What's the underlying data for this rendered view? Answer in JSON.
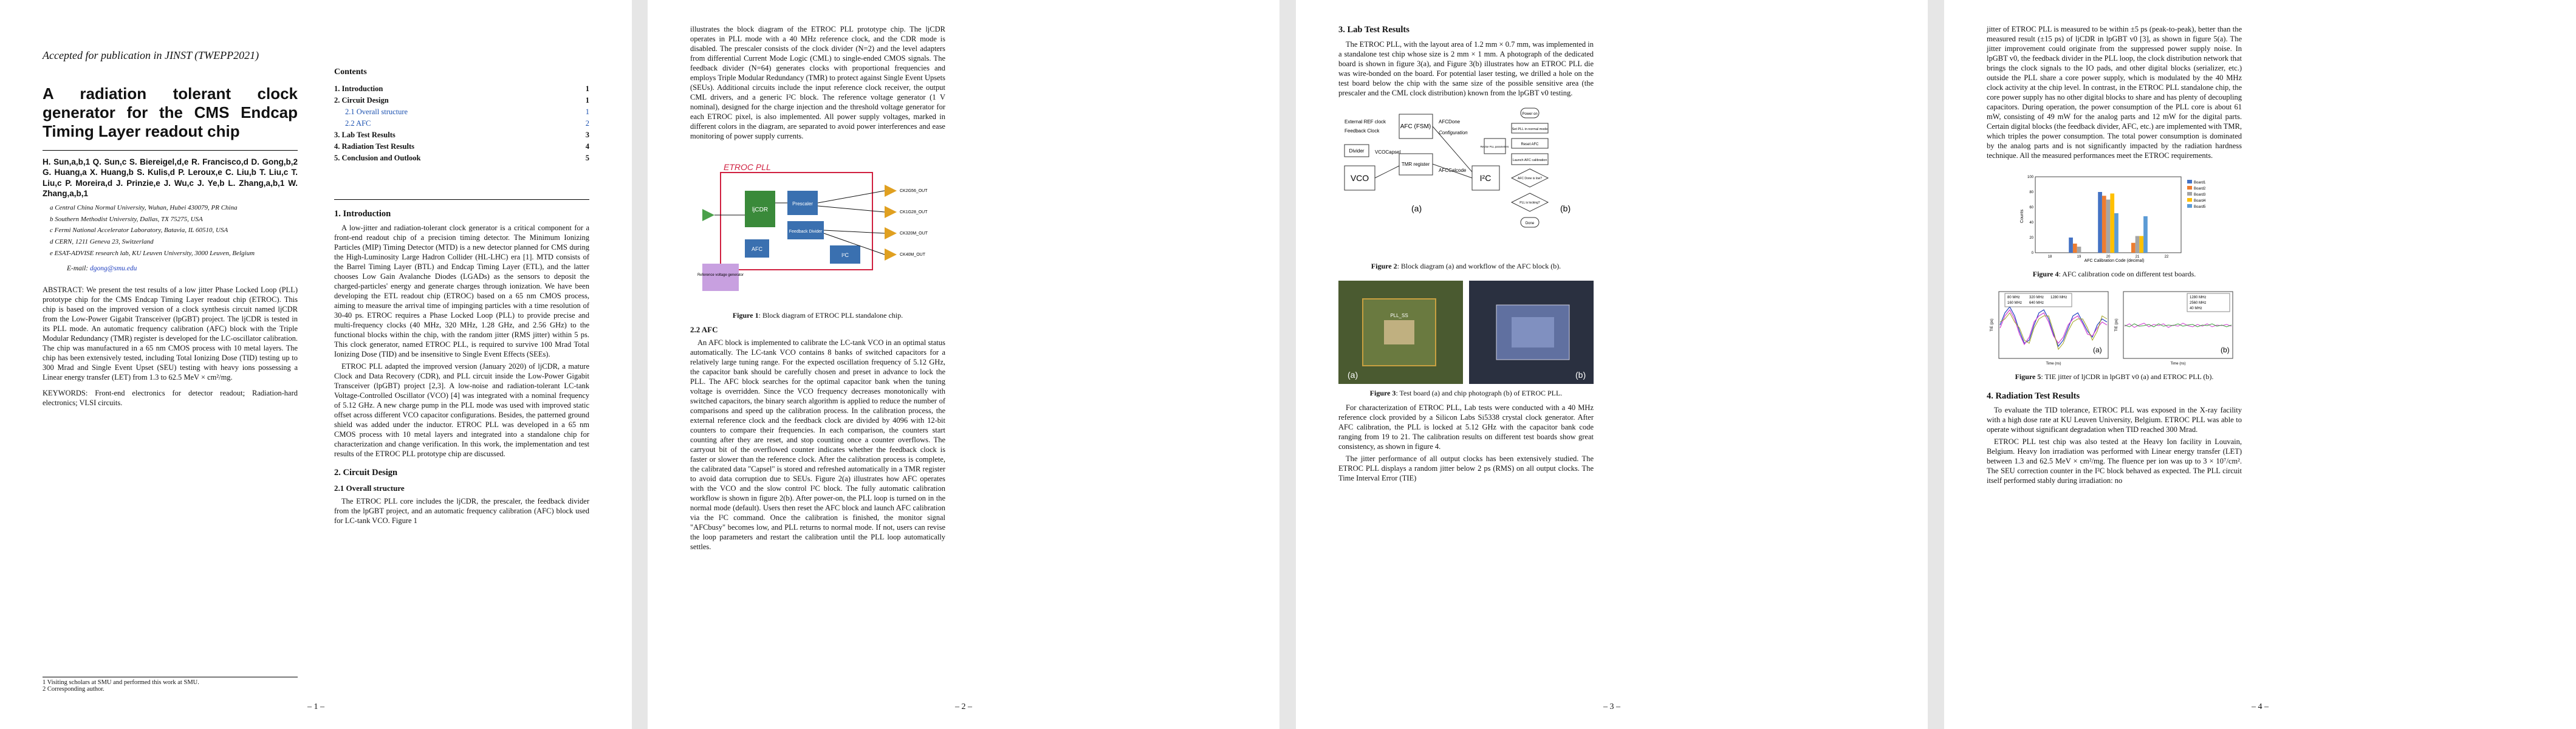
{
  "header": {
    "accepted": "Accepted for publication in JINST (TWEPP2021)"
  },
  "paper": {
    "title": "A radiation tolerant clock generator for the CMS Endcap Timing Layer readout chip",
    "authors": "H. Sun,a,b,1 Q. Sun,c S. Biereigel,d,e R. Francisco,d D. Gong,b,2 G. Huang,a X. Huang,b S. Kulis,d P. Leroux,e C. Liu,b T. Liu,c T. Liu,c P. Moreira,d J. Prinzie,e J. Wu,c J. Ye,b L. Zhang,a,b,1 W. Zhang,a,b,1",
    "affiliations": [
      "a Central China Normal University, Wuhan, Hubei 430079, PR China",
      "b Southern Methodist University, Dallas, TX 75275, USA",
      "c Fermi National Accelerator Laboratory, Batavia, IL 60510, USA",
      "d CERN, 1211 Geneva 23, Switzerland",
      "e ESAT-ADVISE research lab, KU Leuven University, 3000 Leuven, Belgium"
    ],
    "email_label": "E-mail:",
    "email": "dgong@smu.edu",
    "abstract": "ABSTRACT: We present the test results of a low jitter Phase Locked Loop (PLL) prototype chip for the CMS Endcap Timing Layer readout chip (ETROC). This chip is based on the improved version of a clock synthesis circuit named ljCDR from the Low-Power Gigabit Transceiver (lpGBT) project. The ljCDR is tested in its PLL mode. An automatic frequency calibration (AFC) block with the Triple Modular Redundancy (TMR) register is developed for the LC-oscillator calibration. The chip was manufactured in a 65 nm CMOS process with 10 metal layers. The chip has been extensively tested, including Total Ionizing Dose (TID) testing up to 300 Mrad and Single Event Upset (SEU) testing with heavy ions possessing a Linear energy transfer (LET) from 1.3 to 62.5 MeV × cm²/mg.",
    "keywords": "KEYWORDS: Front-end electronics for detector readout; Radiation-hard electronics; VLSI circuits.",
    "footnotes": [
      "1 Visiting scholars at SMU and performed this work at SMU.",
      "2 Corresponding author."
    ]
  },
  "toc": {
    "title": "Contents",
    "items": [
      {
        "label": "1. Introduction",
        "page": "1",
        "level": 1
      },
      {
        "label": "2. Circuit Design",
        "page": "1",
        "level": 1
      },
      {
        "label": "2.1 Overall structure",
        "page": "1",
        "level": 2
      },
      {
        "label": "2.2 AFC",
        "page": "2",
        "level": 2
      },
      {
        "label": "3. Lab Test Results",
        "page": "3",
        "level": 1
      },
      {
        "label": "4. Radiation Test Results",
        "page": "4",
        "level": 1
      },
      {
        "label": "5. Conclusion and Outlook",
        "page": "5",
        "level": 1
      }
    ]
  },
  "sections": {
    "intro_h": "1. Introduction",
    "intro_p1": "A low-jitter and radiation-tolerant clock generator is a critical component for a front-end readout chip of a precision timing detector. The Minimum Ionizing Particles (MIP) Timing Detector (MTD) is a new detector planned for CMS during the High-Luminosity Large Hadron Collider (HL-LHC) era [1]. MTD consists of the Barrel Timing Layer (BTL) and Endcap Timing Layer (ETL), and the latter chooses Low Gain Avalanche Diodes (LGADs) as the sensors to deposit the charged-particles' energy and generate charges through ionization. We have been developing the ETL readout chip (ETROC) based on a 65 nm CMOS process, aiming to measure the arrival time of impinging particles with a time resolution of 30-40 ps. ETROC requires a Phase Locked Loop (PLL) to provide precise and multi-frequency clocks (40 MHz, 320 MHz, 1.28 GHz, and 2.56 GHz) to the functional blocks within the chip, with the random jitter (RMS jitter) within 5 ps. This clock generator, named ETROC PLL, is required to survive 100 Mrad Total Ionizing Dose (TID) and be insensitive to Single Event Effects (SEEs).",
    "intro_p2": "ETROC PLL adapted the improved version (January 2020) of ljCDR, a mature Clock and Data Recovery (CDR), and PLL circuit inside the Low-Power Gigabit Transceiver (lpGBT) project [2,3]. A low-noise and radiation-tolerant LC-tank Voltage-Controlled Oscillator (VCO) [4] was integrated with a nominal frequency of 5.12 GHz. A new charge pump in the PLL mode was used with improved static offset across different VCO capacitor configurations. Besides, the patterned ground shield was added under the inductor. ETROC PLL was developed in a 65 nm CMOS process with 10 metal layers and integrated into a standalone chip for characterization and change verification. In this work, the implementation and test results of the ETROC PLL prototype chip are discussed.",
    "cd_h": "2. Circuit Design",
    "os_h": "2.1 Overall structure",
    "os_p1": "The ETROC PLL core includes the ljCDR, the prescaler, the feedback divider from the lpGBT project, and an automatic frequency calibration (AFC) block used for LC-tank VCO. Figure 1",
    "p2_p1": "illustrates the block diagram of the ETROC PLL prototype chip. The ljCDR operates in PLL mode with a 40 MHz reference clock, and the CDR mode is disabled. The prescaler consists of the clock divider (N=2) and the level adapters from differential Current Mode Logic (CML) to single-ended CMOS signals. The feedback divider (N=64) generates clocks with proportional frequencies and employs Triple Modular Redundancy (TMR) to protect against Single Event Upsets (SEUs). Additional circuits include the input reference clock receiver, the output CML drivers, and a generic I²C block. The reference voltage generator (1 V nominal), designed for the charge injection and the threshold voltage generator for each ETROC pixel, is also implemented. All power supply voltages, marked in different colors in the diagram, are separated to avoid power interferences and ease monitoring of power supply currents.",
    "fig1_cap_b": "Figure 1",
    "fig1_cap": ": Block diagram of ETROC PLL standalone chip.",
    "afc_h": "2.2 AFC",
    "afc_p1": "An AFC block is implemented to calibrate the LC-tank VCO in an optimal status automatically. The LC-tank VCO contains 8 banks of switched capacitors for a relatively large tuning range. For the expected oscillation frequency of 5.12 GHz, the capacitor bank should be carefully chosen and preset in advance to lock the PLL. The AFC block searches for the optimal capacitor bank when the tuning voltage is overridden. Since the VCO frequency decreases monotonically with switched capacitors, the binary search algorithm is applied to reduce the number of comparisons and speed up the calibration process. In the calibration process, the external reference clock and the feedback clock are divided by 4096 with 12-bit counters to compare their frequencies. In each comparison, the counters start counting after they are reset, and stop counting once a counter overflows. The carryout bit of the overflowed counter indicates whether the feedback clock is faster or slower than the reference clock. After the calibration process is complete, the calibrated data \"Capsel\" is stored and refreshed automatically in a TMR register to avoid data corruption due to SEUs. Figure 2(a) illustrates how AFC operates with the VCO and the slow control I²C block. The fully automatic calibration workflow is shown in figure 2(b). After power-on, the PLL loop is turned on in the normal mode (default). Users then reset the AFC block and launch AFC calibration via the I²C command. Once the calibration is finished, the monitor signal \"AFCbusy\" becomes low, and PLL returns to normal mode. If not, users can revise the loop parameters and restart the calibration until the PLL loop automatically settles.",
    "lab_h": "3. Lab Test Results",
    "lab_p1": "The ETROC PLL, with the layout area of 1.2 mm × 0.7 mm, was implemented in a standalone test chip whose size is 2 mm × 1 mm. A photograph of the dedicated board is shown in figure 3(a), and Figure 3(b) illustrates how an ETROC PLL die was wire-bonded on the board. For potential laser testing, we drilled a hole on the test board below the chip with the same size of the possible sensitive area (the prescaler and the CML clock distribution) known from the lpGBT v0 testing.",
    "fig2_cap_b": "Figure 2",
    "fig2_cap": ": Block diagram (a) and workflow of the AFC block (b).",
    "fig3_cap_b": "Figure 3",
    "fig3_cap": ": Test board (a) and chip photograph (b) of ETROC PLL.",
    "lab_p2": "For characterization of ETROC PLL, Lab tests were conducted with a 40 MHz reference clock provided by a Silicon Labs Si5338 crystal clock generator. After AFC calibration, the PLL is locked at 5.12 GHz with the capacitor bank code ranging from 19 to 21. The calibration results on different test boards show great consistency, as shown in figure 4.",
    "lab_p3": "The jitter performance of all output clocks has been extensively studied. The ETROC PLL displays a random jitter below 2 ps (RMS) on all output clocks. The Time Interval Error (TIE)",
    "p4_p1": "jitter of ETROC PLL is measured to be within ±5 ps (peak-to-peak), better than the measured result (±15 ps) of ljCDR in lpGBT v0 [3], as shown in figure 5(a). The jitter improvement could originate from the suppressed power supply noise. In lpGBT v0, the feedback divider in the PLL loop, the clock distribution network that brings the clock signals to the IO pads, and other digital blocks (serializer, etc.) outside the PLL share a core power supply, which is modulated by the 40 MHz clock activity at the chip level. In contrast, in the ETROC PLL standalone chip, the core power supply has no other digital blocks to share and has plenty of decoupling capacitors. During operation, the power consumption of the PLL core is about 61 mW, consisting of 49 mW for the analog parts and 12 mW for the digital parts. Certain digital blocks (the feedback divider, AFC, etc.) are implemented with TMR, which triples the power consumption. The total power consumption is dominated by the analog parts and is not significantly impacted by the radiation hardness technique. All the measured performances meet the ETROC requirements.",
    "fig4_cap_b": "Figure 4",
    "fig4_cap": ": AFC calibration code on different test boards.",
    "fig5_cap_b": "Figure 5",
    "fig5_cap": ": TIE jitter of ljCDR in lpGBT v0 (a) and ETROC PLL (b).",
    "rad_h": "4. Radiation Test Results",
    "rad_p1": "To evaluate the TID tolerance, ETROC PLL was exposed in the X-ray facility with a high dose rate at KU Leuven University, Belgium. ETROC PLL was able to operate without significant degradation when TID reached 300 Mrad.",
    "rad_p2": "ETROC PLL test chip was also tested at the Heavy Ion facility in Louvain, Belgium. Heavy Ion irradiation was performed with Linear energy transfer (LET) between 1.3 and 62.5 MeV × cm²/mg. The fluence per ion was up to 3 × 10⁷/cm². The SEU correction counter in the I²C block behaved as expected. The PLL circuit itself performed stably during irradiation: no"
  },
  "fig1": {
    "etroc_label": "ETROC PLL",
    "blocks": [
      "ljCDR",
      "Prescaler",
      "Feedback Divider",
      "AFC",
      "I²C",
      "Reference voltage generator"
    ],
    "outputs": [
      "CK2G56_OUT",
      "CK1G28_OUT",
      "CK320M_OUT",
      "CK40M_OUT"
    ],
    "colors": {
      "vdd_a": "#4aa04a",
      "vdd_d": "#2f6fb0",
      "ref": "#c8a0e0",
      "clk": "#e0a020",
      "pll": "#d02040"
    }
  },
  "fig2": {
    "labels": {
      "ext_ref": "External REF clock",
      "fb_clk": "Feedback Clock",
      "afc": "AFC (FSM)",
      "afcdone": "AFCDone",
      "config": "Configuration",
      "divider": "Divider",
      "vcocapsel": "VCOCapsel",
      "tmr": "TMR register",
      "afccalcode": "AFCCalcode",
      "vco": "VCO",
      "i2c": "I²C",
      "a": "(a)",
      "b": "(b)"
    },
    "flow": [
      "Power on",
      "Set PLL in normal mode",
      "Reset AFC",
      "Launch AFC calibration",
      "AFC Done is low?",
      "PLL is locking?",
      "Done",
      "Revise PLL parameters"
    ]
  },
  "fig3": {
    "a": "(a)",
    "b": "(b)",
    "board_text": "PLL_SS"
  },
  "fig4": {
    "chart_data": {
      "type": "bar",
      "xlabel": "AFC Calibration Code (decimal)",
      "ylabel": "Counts",
      "categories": [
        "18",
        "19",
        "20",
        "21",
        "22"
      ],
      "series": [
        {
          "name": "Board1",
          "values": [
            0,
            20,
            80,
            0,
            0
          ]
        },
        {
          "name": "Board2",
          "values": [
            0,
            12,
            75,
            13,
            0
          ]
        },
        {
          "name": "Board3",
          "values": [
            0,
            8,
            70,
            22,
            0
          ]
        },
        {
          "name": "Board4",
          "values": [
            0,
            0,
            78,
            22,
            0
          ]
        },
        {
          "name": "Board5",
          "values": [
            0,
            0,
            52,
            48,
            0
          ]
        }
      ],
      "ylim": [
        0,
        100
      ],
      "colors": [
        "#4472c4",
        "#ed7d31",
        "#a5a5a5",
        "#ffc000",
        "#5b9bd5"
      ]
    }
  },
  "fig5": {
    "a_label": "(a)",
    "b_label": "(b)",
    "a_legend": [
      "80 MHz",
      "160 MHz",
      "320 MHz",
      "640 MHz",
      "1280 MHz"
    ],
    "b_legend": [
      "1280 MHz",
      "2560 MHz",
      "40 MHz"
    ],
    "a_ylabel": "TIE (ps)",
    "b_ylabel": "TIE (ps)",
    "a_xlabel": "Time (ns)",
    "b_xlabel": "Time (ns)"
  },
  "pages": [
    "– 1 –",
    "– 2 –",
    "– 3 –",
    "– 4 –"
  ]
}
